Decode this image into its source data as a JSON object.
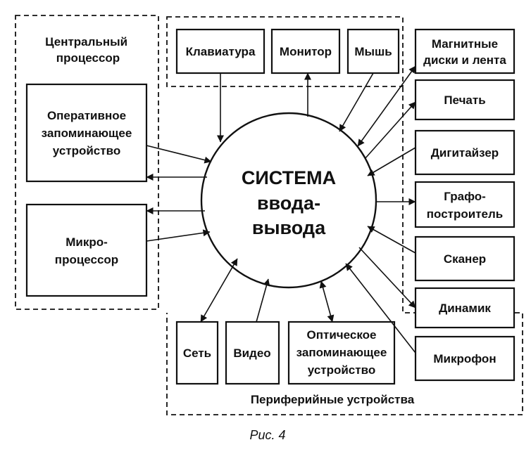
{
  "groups": {
    "cpu": "Центральный процессор",
    "peripherals": "Периферийные устройства"
  },
  "center": {
    "line1": "СИСТЕМА",
    "line2": "ввода-",
    "line3": "вывода"
  },
  "devices": {
    "ram": [
      "Оперативное",
      "запоминающее",
      "устройство"
    ],
    "cpu": [
      "Микро-",
      "процессор"
    ],
    "keyboard": "Клавиатура",
    "monitor": "Монитор",
    "mouse": "Мышь",
    "magnetic": [
      "Магнитные",
      "диски и лента"
    ],
    "printer": "Печать",
    "digitizer": "Дигитайзер",
    "plotter": [
      "Графо-",
      "построитель"
    ],
    "scanner": "Сканер",
    "speaker": "Динамик",
    "microphone": "Микрофон",
    "network": "Сеть",
    "video": "Видео",
    "optical": [
      "Оптическое",
      "запоминающее",
      "устройство"
    ]
  },
  "caption": "Рис. 4"
}
